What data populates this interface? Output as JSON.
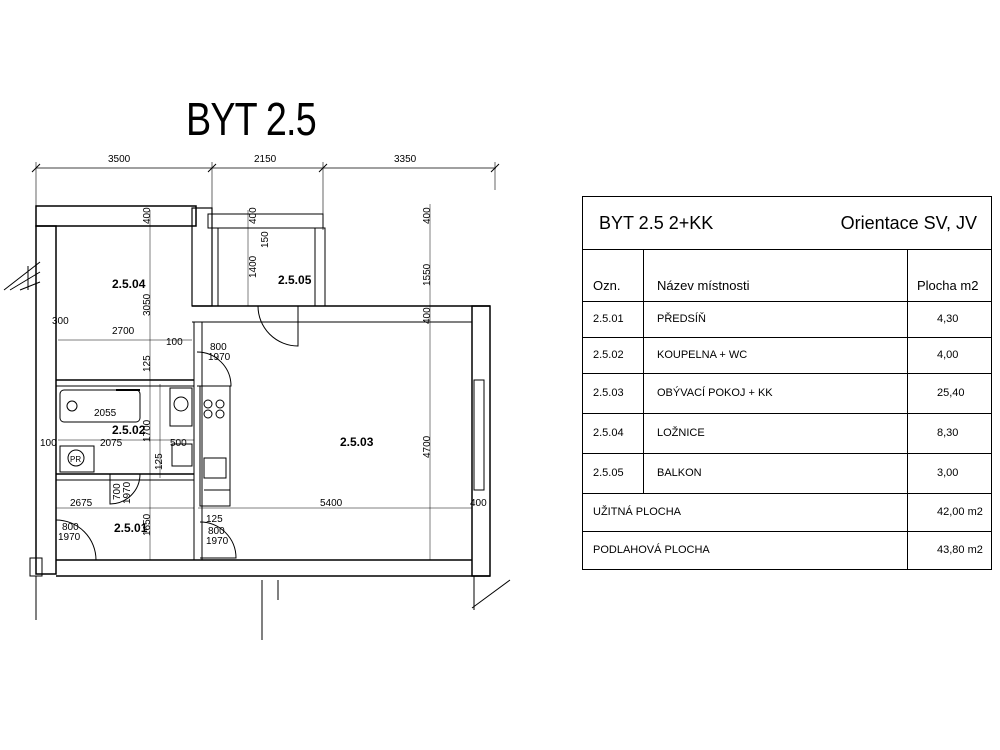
{
  "title": "BYT 2.5",
  "plan": {
    "dims_top": [
      "3500",
      "2150",
      "3350"
    ],
    "dims": {
      "d400a": "400",
      "d400b": "400",
      "d400c": "400",
      "d150": "150",
      "d1400": "1400",
      "d1550": "1550",
      "d3050": "3050",
      "d300": "300",
      "d2700": "2700",
      "d100a": "100",
      "d400d": "400",
      "d125a": "125",
      "d2055": "2055",
      "d100b": "100",
      "d2075": "2075",
      "d1700": "1700",
      "d500": "500",
      "d125b": "125",
      "d4700": "4700",
      "d2675": "2675",
      "d5400": "5400",
      "d400e": "400",
      "d1650": "1650",
      "d125c": "125"
    },
    "doors": {
      "door1_w": "800",
      "door1_h": "1970",
      "door2_w": "800",
      "door2_h": "1970",
      "door3_w": "800",
      "door3_h": "1970",
      "door4_w": "700",
      "door4_h": "1970"
    },
    "rooms": {
      "r204": "2.5.04",
      "r205": "2.5.05",
      "r203": "2.5.03",
      "r202": "2.5.02",
      "r201": "2.5.01"
    },
    "pr": "PR"
  },
  "table": {
    "header_left": "BYT 2.5  2+KK",
    "header_right": "Orientace SV, JV",
    "col_headers": [
      "Ozn.",
      "Název místnosti",
      "Plocha m2"
    ],
    "rows": [
      {
        "code": "2.5.01",
        "name": "PŘEDSÍŇ",
        "area": "4,30"
      },
      {
        "code": "2.5.02",
        "name": "KOUPELNA + WC",
        "area": "4,00"
      },
      {
        "code": "2.5.03",
        "name": "OBÝVACÍ POKOJ + KK",
        "area": "25,40"
      },
      {
        "code": "2.5.04",
        "name": "LOŽNICE",
        "area": "8,30"
      },
      {
        "code": "2.5.05",
        "name": "BALKON",
        "area": "3,00"
      }
    ],
    "totals": [
      {
        "label": "UŽITNÁ PLOCHA",
        "value": "42,00 m2"
      },
      {
        "label": "PODLAHOVÁ PLOCHA",
        "value": "43,80 m2"
      }
    ]
  }
}
